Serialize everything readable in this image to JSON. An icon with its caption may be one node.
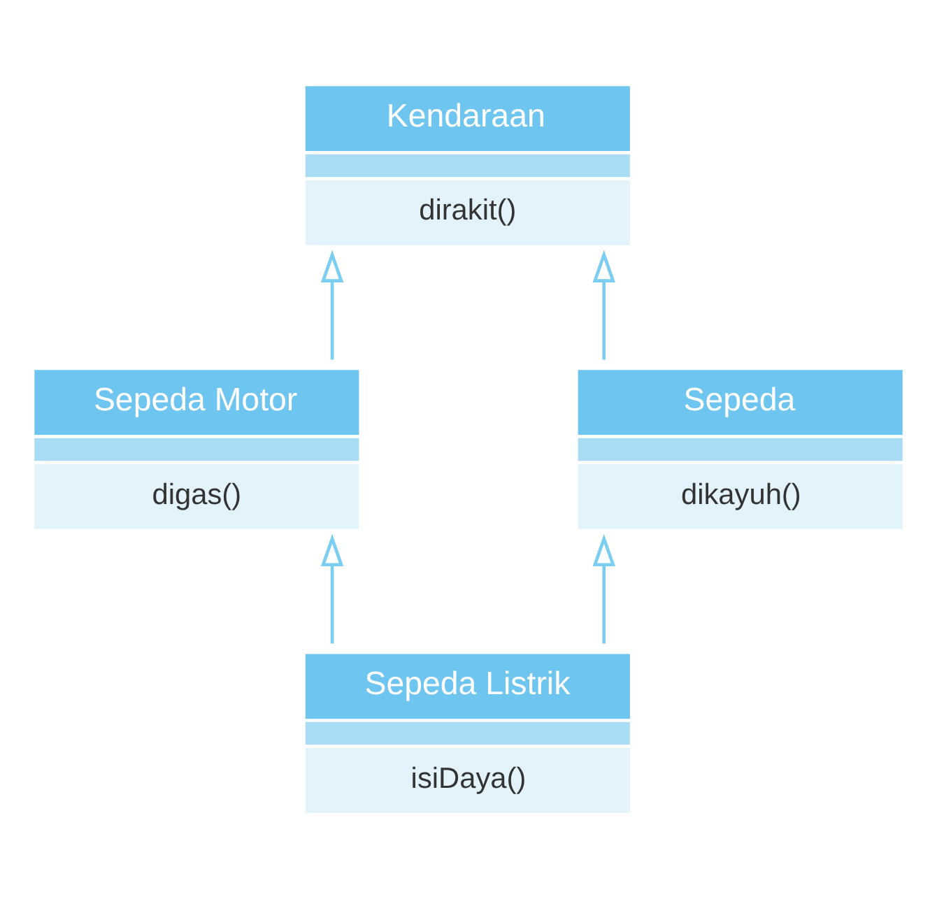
{
  "diagram": {
    "nodes": [
      {
        "text": [
          "Kendaraan",
          "dirakit()"
        ]
      },
      {
        "text": [
          "Sepeda Motor",
          "digas()"
        ]
      },
      {
        "text": [
          "Sepeda",
          "dikayuh()"
        ]
      },
      {
        "text": [
          "Sepeda Listrik",
          "isiDaya()"
        ]
      }
    ],
    "edges": [
      {
        "from": 1,
        "to": 0,
        "arrow": "to"
      },
      {
        "from": 2,
        "to": 0,
        "arrow": "to"
      },
      {
        "from": 3,
        "to": 1,
        "arrow": "to"
      },
      {
        "from": 3,
        "to": 2,
        "arrow": "to"
      }
    ]
  }
}
